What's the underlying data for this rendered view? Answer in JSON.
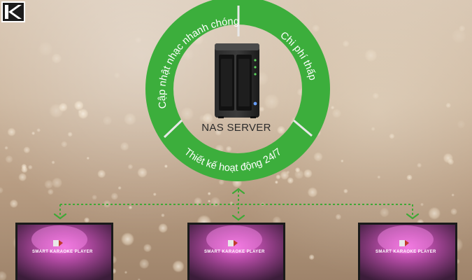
{
  "logo": {
    "icon": "brand-logo-icon"
  },
  "server": {
    "label": "NAS SERVER",
    "icon": "nas-server-icon"
  },
  "ring": {
    "color": "#3cae3c",
    "segments": [
      {
        "text": "Cập nhật nhạc nhanh chóng"
      },
      {
        "text": "Chi phí thấp"
      },
      {
        "text": "Thiết kế hoạt động 24/7"
      }
    ]
  },
  "network": {
    "line_color": "#3fa836"
  },
  "tvs": [
    {
      "brand": "SMART KARAOKE PLAYER",
      "icon": "karaoke-player-logo-icon"
    },
    {
      "brand": "SMART KARAOKE PLAYER",
      "icon": "karaoke-player-logo-icon"
    },
    {
      "brand": "SMART KARAOKE PLAYER",
      "icon": "karaoke-player-logo-icon"
    }
  ]
}
